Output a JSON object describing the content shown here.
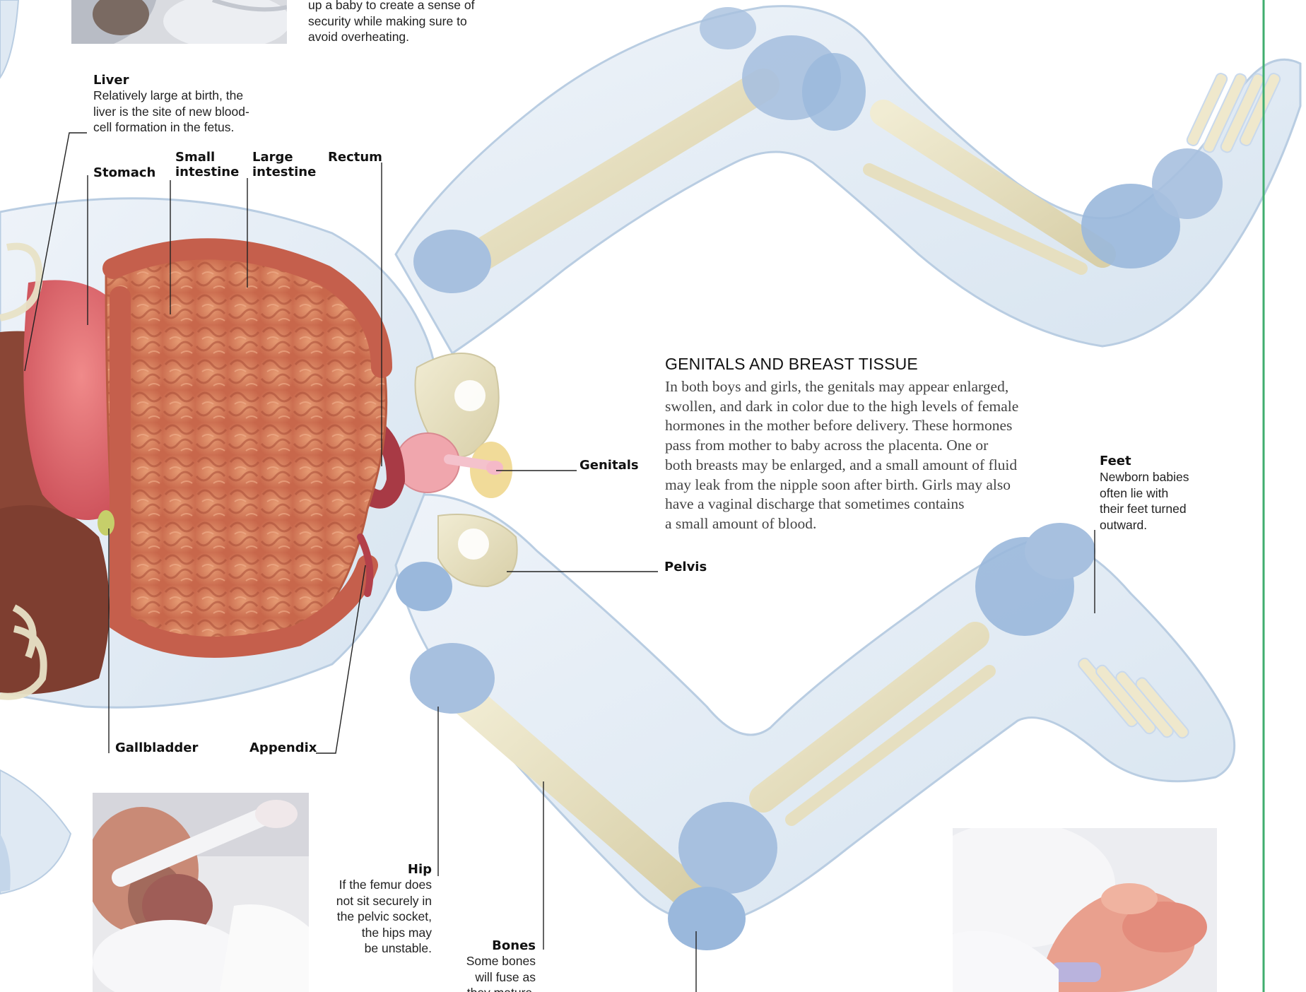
{
  "intro_caption": [
    "up a baby to create a sense of",
    "security while making sure to",
    "avoid overheating."
  ],
  "liver": {
    "title": "Liver",
    "desc": [
      "Relatively large at birth, the",
      "liver is the site of new blood-",
      "cell formation in the fetus."
    ]
  },
  "organs": {
    "stomach": "Stomach",
    "small_intestine": [
      "Small",
      "intestine"
    ],
    "large_intestine": [
      "Large",
      "intestine"
    ],
    "rectum": "Rectum",
    "gallbladder": "Gallbladder",
    "appendix": "Appendix"
  },
  "skeleton": {
    "genitals": "Genitals",
    "pelvis": "Pelvis"
  },
  "section": {
    "heading": "GENITALS AND BREAST TISSUE",
    "lines": [
      "In both boys and girls, the genitals may appear enlarged,",
      "swollen, and dark in color due to the high levels of female",
      "hormones in the mother before delivery. These hormones",
      "pass from mother to baby across the placenta. One or",
      "both breasts may be enlarged, and a small amount of fluid",
      "may leak from the nipple soon after birth. Girls may also",
      "have a vaginal discharge that sometimes contains",
      "a small amount of blood."
    ]
  },
  "feet": {
    "title": "Feet",
    "desc": [
      "Newborn babies",
      "often lie with",
      "their feet turned",
      "outward."
    ]
  },
  "hip": {
    "title": "Hip",
    "desc": [
      "If the femur does",
      "not sit securely in",
      "the pelvic socket,",
      "the hips may",
      "be unstable."
    ]
  },
  "bones": {
    "title": "Bones",
    "desc": [
      "Some bones",
      "will fuse as",
      "they mature."
    ]
  },
  "colors": {
    "accent_rule": "#3fae6e",
    "body_fill": "#dfe9f3",
    "joint_blue": "#9ab8dc",
    "bone_cream": "#e8e2c6",
    "intestine": "#d27a5a",
    "liver": "#8a4636"
  }
}
